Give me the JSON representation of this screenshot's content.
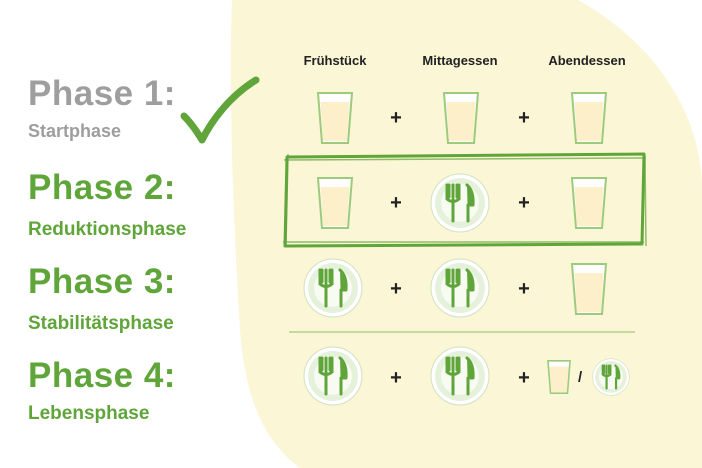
{
  "colors": {
    "accent": "#5fa53a",
    "muted": "#9e9e9e",
    "background_shape": "#fbf6d6",
    "glass_fill": "#fcefc9"
  },
  "columns": [
    "Frühstück",
    "Mittagessen",
    "Abendessen"
  ],
  "phases": [
    {
      "title": "Phase 1:",
      "subtitle": "Startphase",
      "completed": true,
      "highlighted": false,
      "meals": [
        "shake",
        "shake",
        "shake"
      ]
    },
    {
      "title": "Phase 2:",
      "subtitle": "Reduktionsphase",
      "completed": false,
      "highlighted": true,
      "meals": [
        "shake",
        "plate",
        "shake"
      ]
    },
    {
      "title": "Phase 3:",
      "subtitle": "Stabilitätsphase",
      "completed": false,
      "highlighted": false,
      "meals": [
        "plate",
        "plate",
        "shake"
      ]
    },
    {
      "title": "Phase 4:",
      "subtitle": "Lebensphase",
      "completed": false,
      "highlighted": false,
      "meals": [
        "plate",
        "plate",
        "shake-or-plate"
      ]
    }
  ],
  "operators": {
    "plus": "+",
    "or": "/"
  },
  "icons": {
    "check": "checkmark-icon",
    "shake": "shake-glass-icon",
    "meal": "plate-cutlery-icon"
  }
}
